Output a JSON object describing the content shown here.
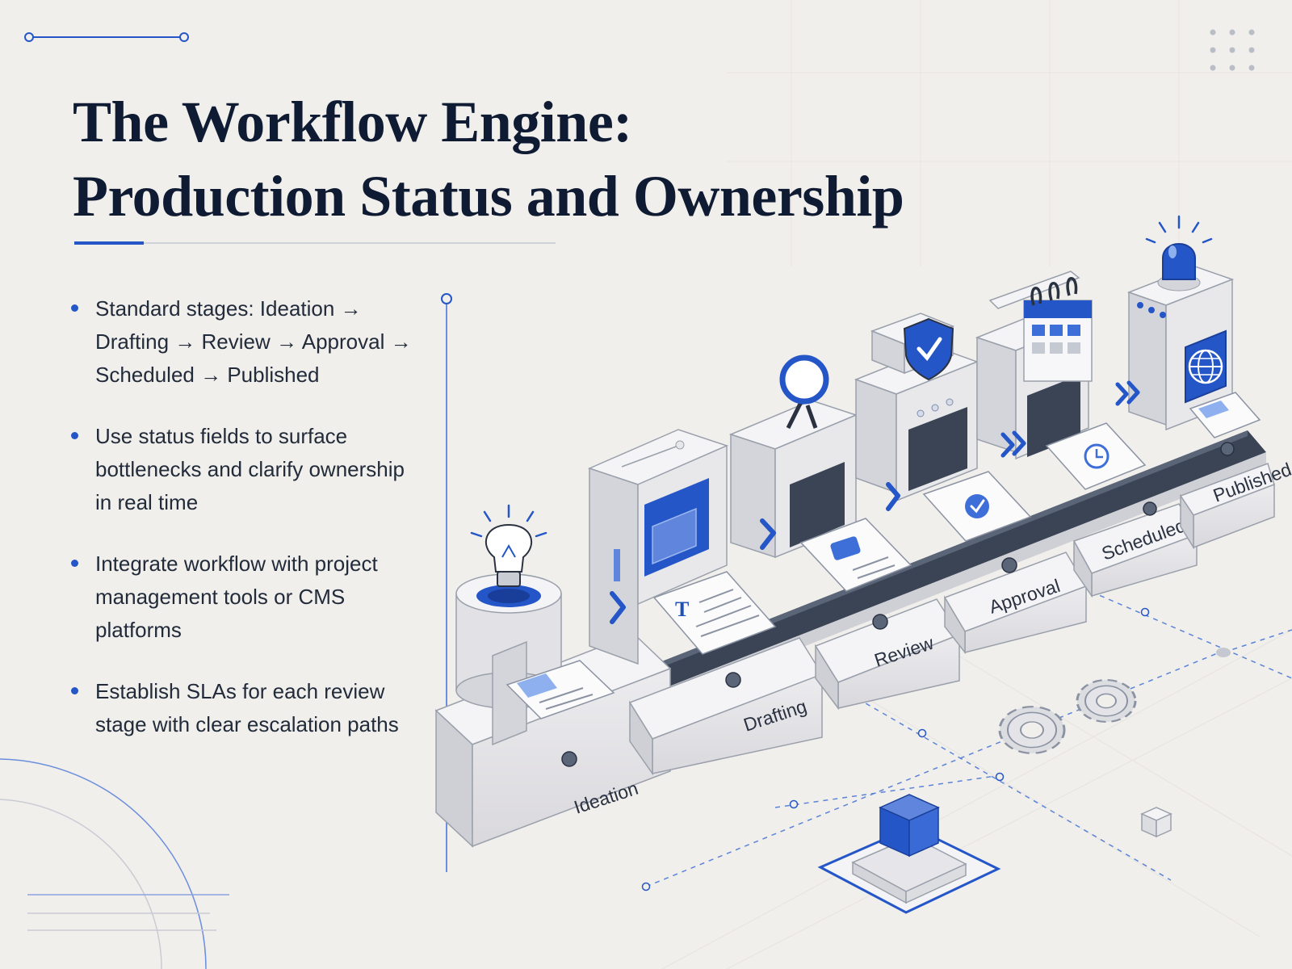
{
  "title": {
    "line1": "The Workflow Engine:",
    "line2": "Production Status and Ownership"
  },
  "bullets": [
    {
      "text": "Standard stages: Ideation → Drafting → Review → Approval → Scheduled → Published"
    },
    {
      "text": "Use status fields to surface bottlenecks and clarify ownership in real time"
    },
    {
      "text": "Integrate workflow with project management tools or CMS platforms"
    },
    {
      "text": "Establish SLAs for each review stage with clear escalation paths"
    }
  ],
  "stages": [
    {
      "label": "Ideation",
      "icon": "lightbulb-icon"
    },
    {
      "label": "Drafting",
      "icon": "document-icon"
    },
    {
      "label": "Review",
      "icon": "magnifier-icon"
    },
    {
      "label": "Approval",
      "icon": "shield-check-icon"
    },
    {
      "label": "Scheduled",
      "icon": "calendar-icon"
    },
    {
      "label": "Published",
      "icon": "globe-icon"
    }
  ],
  "colors": {
    "accent": "#2456c8",
    "title": "#0f1b33",
    "background": "#f1efec",
    "machine": "#e4e3e6",
    "belt": "#3a4455"
  }
}
